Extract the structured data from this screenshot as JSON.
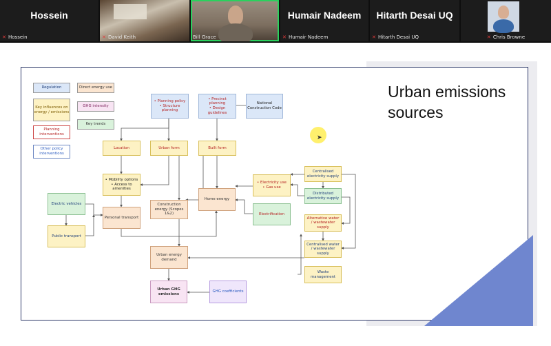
{
  "participants": [
    {
      "big_name": "Hossein",
      "label": "Hossein",
      "muted": true
    },
    {
      "label": "David Keith",
      "muted": true
    },
    {
      "label": "Bill Grace",
      "muted": false,
      "speaking": true
    },
    {
      "big_name": "Humair Nadeem",
      "label": "Humair Nadeem",
      "muted": true
    },
    {
      "big_name": "Hitarth Desai UQ",
      "label": "Hitarth Desai UQ",
      "muted": true
    },
    {
      "label": "Chris Browne",
      "muted": true
    }
  ],
  "slide": {
    "title": "Urban emissions sources",
    "accent_color": "#6f86cf",
    "legend": [
      {
        "text": "Regulation"
      },
      {
        "text": "Key influences on energy / emissions"
      },
      {
        "text": "Planning interventions"
      },
      {
        "text": "Other policy interventions"
      },
      {
        "text": "Direct energy use"
      },
      {
        "text": "GHG intensity"
      },
      {
        "text": "Key trends"
      }
    ],
    "nodes": {
      "planning_policy": "• Planning policy\n• Structure planning",
      "precinct": "• Precinct planning\n• Design guidelines",
      "ncc": "National Construction Code",
      "location": "Location",
      "urban_form": "Urban form",
      "built_form": "Built form",
      "mobility": "• Mobility options\n• Access to amenities",
      "electric_vehicles": "Electric vehicles",
      "public_transport": "Public transport",
      "personal_transport": "Personal transport",
      "construction_energy": "Construction energy (Scopes 1&2)",
      "home_energy": "Home energy",
      "elec_gas_use": "• Electricity use\n• Gas use",
      "electrification": "Electrification",
      "centralised_elec": "Centralised electricity supply",
      "distributed_elec": "Distributed electricity supply",
      "alt_water": "Alternative water / wastewater supply",
      "central_water": "Centralised water / wastewater supply",
      "waste": "Waste management",
      "urban_energy_demand": "Urban energy demand",
      "urban_ghg": "Urban GHG emissions",
      "ghg_coefficients": "GHG coefficients"
    }
  }
}
